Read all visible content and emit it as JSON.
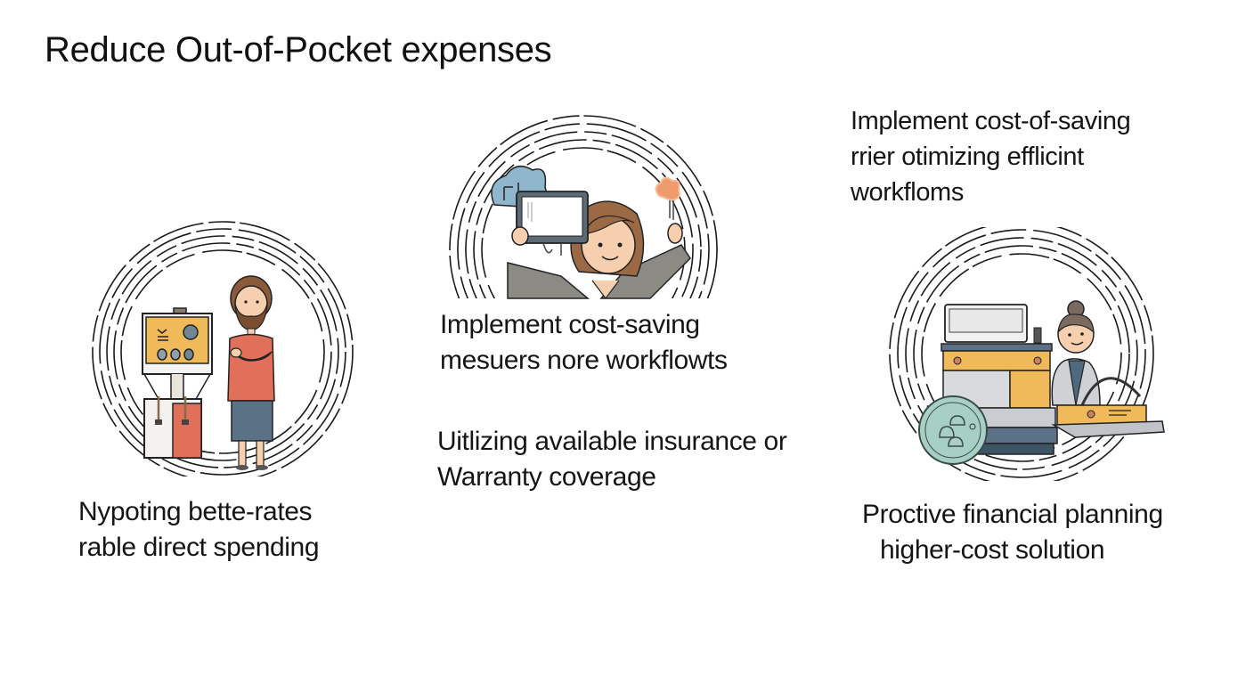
{
  "title": "Reduce Out-of-Pocket expenses",
  "captions": {
    "top_right": {
      "lines": [
        "Implement cost-of-saving",
        "rrier otimizing efflicint",
        "workfloms"
      ]
    },
    "center_top": {
      "lines": [
        "Implement cost-saving",
        "mesuers nore workflowts"
      ]
    },
    "center_bottom": {
      "lines": [
        "Uitlizing available insurance or",
        "Warranty coverage"
      ]
    },
    "bottom_left": {
      "lines": [
        "Nypoting bette-rates",
        "rable direct spending"
      ]
    },
    "bottom_right": {
      "lines": [
        "Proctive financial planning",
        "higher-cost solution"
      ]
    }
  },
  "illustrations": [
    {
      "id": "left",
      "subject": "bearded man with arms crossed beside a vending/dispenser machine"
    },
    {
      "id": "center",
      "subject": "woman holding up a tablet with cloud and flower"
    },
    {
      "id": "right",
      "subject": "woman working at a desk with computer and laptop, badge icon"
    }
  ],
  "colors": {
    "text": "#111111",
    "ring": "#1a1a1a",
    "orange": "#f0b95a",
    "coral": "#e0705a",
    "blue_gray": "#5b7286",
    "skin": "#f6cfae",
    "hair": "#8a5a3a",
    "gray_suit": "#8c8a85",
    "teal": "#a8cfc4",
    "sky": "#8fb6cc"
  }
}
